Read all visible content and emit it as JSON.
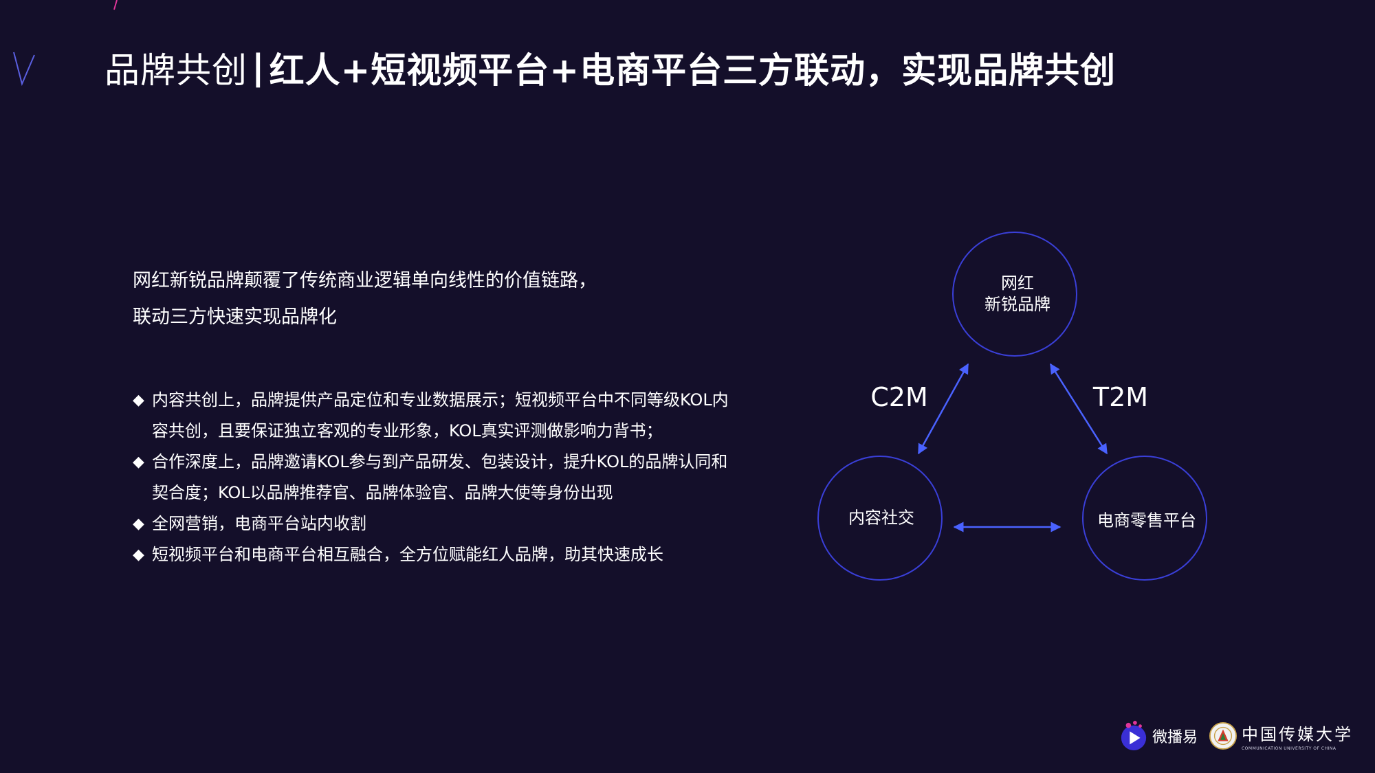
{
  "title": {
    "prefix": "品牌共创",
    "separator": "|",
    "main": "红人+短视频平台+电商平台三方联动，实现品牌共创"
  },
  "intro": {
    "lines": [
      "网红新锐品牌颠覆了传统商业逻辑单向线性的价值链路，",
      "联动三方快速实现品牌化"
    ]
  },
  "bullets": {
    "marker": "◆",
    "items": [
      {
        "lines": [
          "内容共创上，品牌提供产品定位和专业数据展示；短视频平台中不同等级KOL内",
          "容共创，且要保证独立客观的专业形象，KOL真实评测做影响力背书；"
        ]
      },
      {
        "lines": [
          "合作深度上，品牌邀请KOL参与到产品研发、包装设计，提升KOL的品牌认同和",
          "契合度；KOL以品牌推荐官、品牌体验官、品牌大使等身份出现"
        ]
      },
      {
        "lines": [
          "全网营销，电商平台站内收割"
        ]
      },
      {
        "lines": [
          "短视频平台和电商平台相互融合，全方位赋能红人品牌，助其快速成长"
        ]
      }
    ]
  },
  "diagram": {
    "nodes": {
      "top": {
        "line1": "网红",
        "line2": "新锐品牌"
      },
      "left": {
        "label": "内容社交"
      },
      "right": {
        "label": "电商零售平台"
      }
    },
    "edges": {
      "left": "C2M",
      "right": "T2M"
    },
    "colors": {
      "circle": "#3a3fd8",
      "arrow": "#4a62ff"
    }
  },
  "logos": {
    "brand": "微播易",
    "university": "中国传媒大学",
    "university_en": "COMMUNICATION UNIVERSITY OF CHINA"
  },
  "colors": {
    "background": "#140f2a",
    "text": "#ffffff",
    "accent_stroke": "#5a5fe0",
    "accent_pink": "#e0359a"
  }
}
